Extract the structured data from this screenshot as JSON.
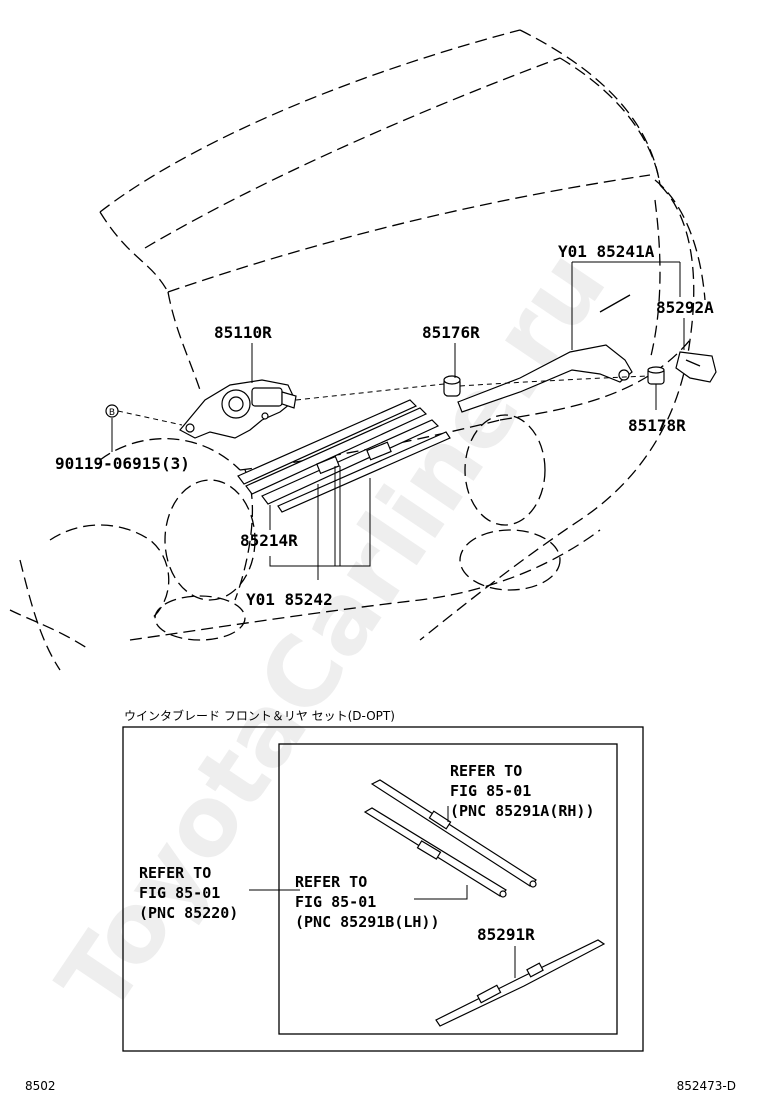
{
  "labels": {
    "y01_85241a": "Y01 85241A",
    "p85292a": "85292A",
    "p85110r": "85110R",
    "p85176r": "85176R",
    "p85178r": "85178R",
    "p90119": "90119-06915(3)",
    "p85214r": "85214R",
    "y01_85242": "Y01 85242",
    "bolt_symbol": "B"
  },
  "kit": {
    "title": "ウインタブレード フロント＆リヤ セット(D-OPT)",
    "ref_rh": [
      "REFER TO",
      "FIG 85-01",
      "(PNC 85291A(RH))"
    ],
    "ref_lh": [
      "REFER TO",
      "FIG 85-01",
      "(PNC 85291B(LH))"
    ],
    "ref_front": [
      "REFER TO",
      "FIG 85-01",
      "(PNC 85220)"
    ],
    "p85291r": "85291R"
  },
  "footer": {
    "left": "8502",
    "right": "852473-D"
  },
  "watermark": "ToyotaCarline.ru"
}
